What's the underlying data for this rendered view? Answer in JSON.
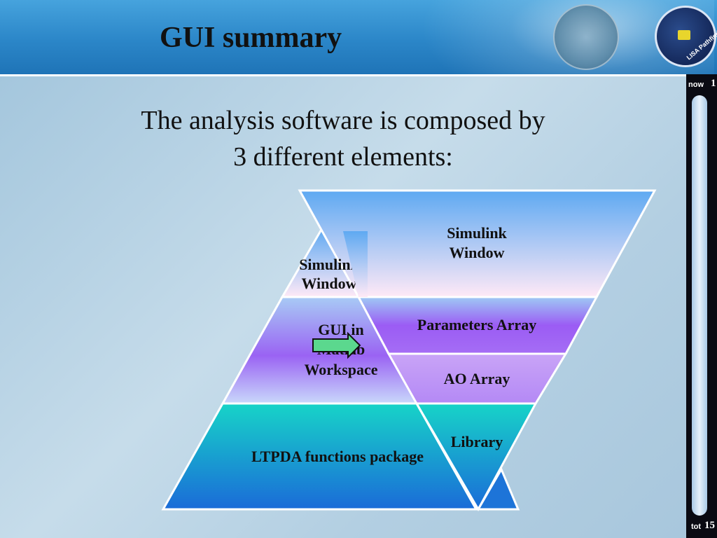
{
  "slide": {
    "title": "GUI summary",
    "subtitle_lines": [
      "The analysis software is composed by",
      "3 different elements:"
    ]
  },
  "nav": {
    "now_label": "now",
    "now_value": "1",
    "tot_label": "tot",
    "tot_value": "15"
  },
  "logo": {
    "name": "LISA Pathfinder",
    "icons": [
      "university-seal-icon",
      "lisa-pathfinder-logo-icon"
    ]
  },
  "diagram": {
    "left_pyramid": {
      "top_label_lines": [
        "Simulink",
        "Window"
      ],
      "middle_label_lines": [
        "GUI in",
        "Matlab",
        "Workspace"
      ],
      "bottom_label": "LTPDA functions package"
    },
    "right_pyramid": {
      "top_label_lines": [
        "Simulink",
        "Window"
      ],
      "band1_label": "Parameters Array",
      "band2_label": "AO Array",
      "bottom_label": "Library"
    },
    "colors": {
      "top_band": [
        "#5ea9f2",
        "#ffe9f6"
      ],
      "gui_band": [
        "#a3c6f3",
        "#9a63f3"
      ],
      "bottom_band": [
        "#17d2c9",
        "#1b6fd6"
      ],
      "outline": "#ffffff"
    },
    "arrow_icon": "right-arrow-icon"
  }
}
